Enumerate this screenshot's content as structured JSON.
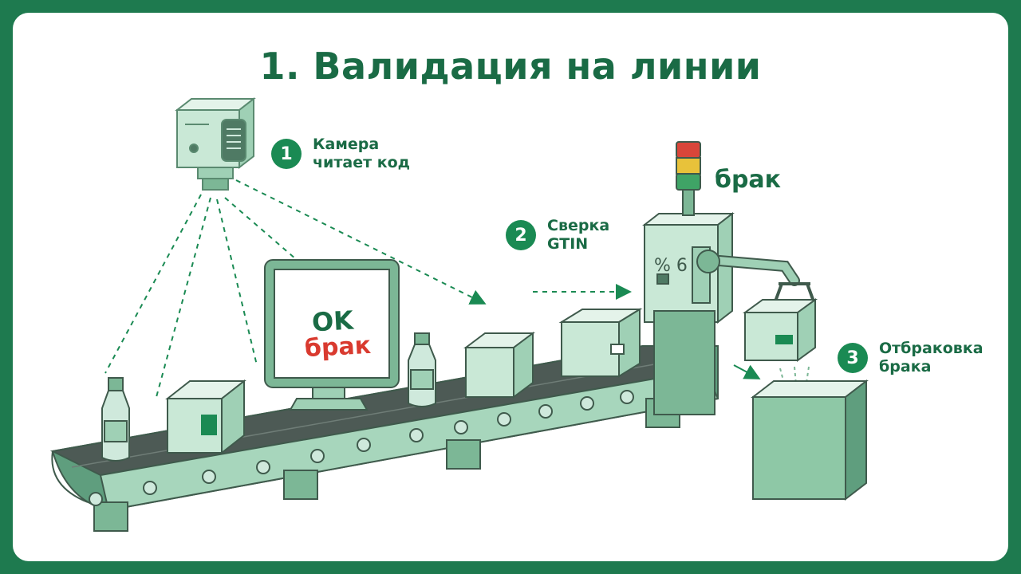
{
  "title": "1. Валидация на линии",
  "steps": [
    {
      "num": "1",
      "label": "Камера\nчитает код"
    },
    {
      "num": "2",
      "label": "Сверка\nGTIN"
    },
    {
      "num": "3",
      "label": "Отбраковка\nбрака"
    }
  ],
  "screen": {
    "ok": "OK",
    "reject": "брак"
  },
  "tower_label": "брак",
  "colors": {
    "background": "#1e7a4f",
    "accent": "#1a8a53",
    "title": "#1a6b45",
    "reject": "#d93a2f",
    "machine_fill": "#cfe9dc",
    "belt": "#4d5a55"
  }
}
